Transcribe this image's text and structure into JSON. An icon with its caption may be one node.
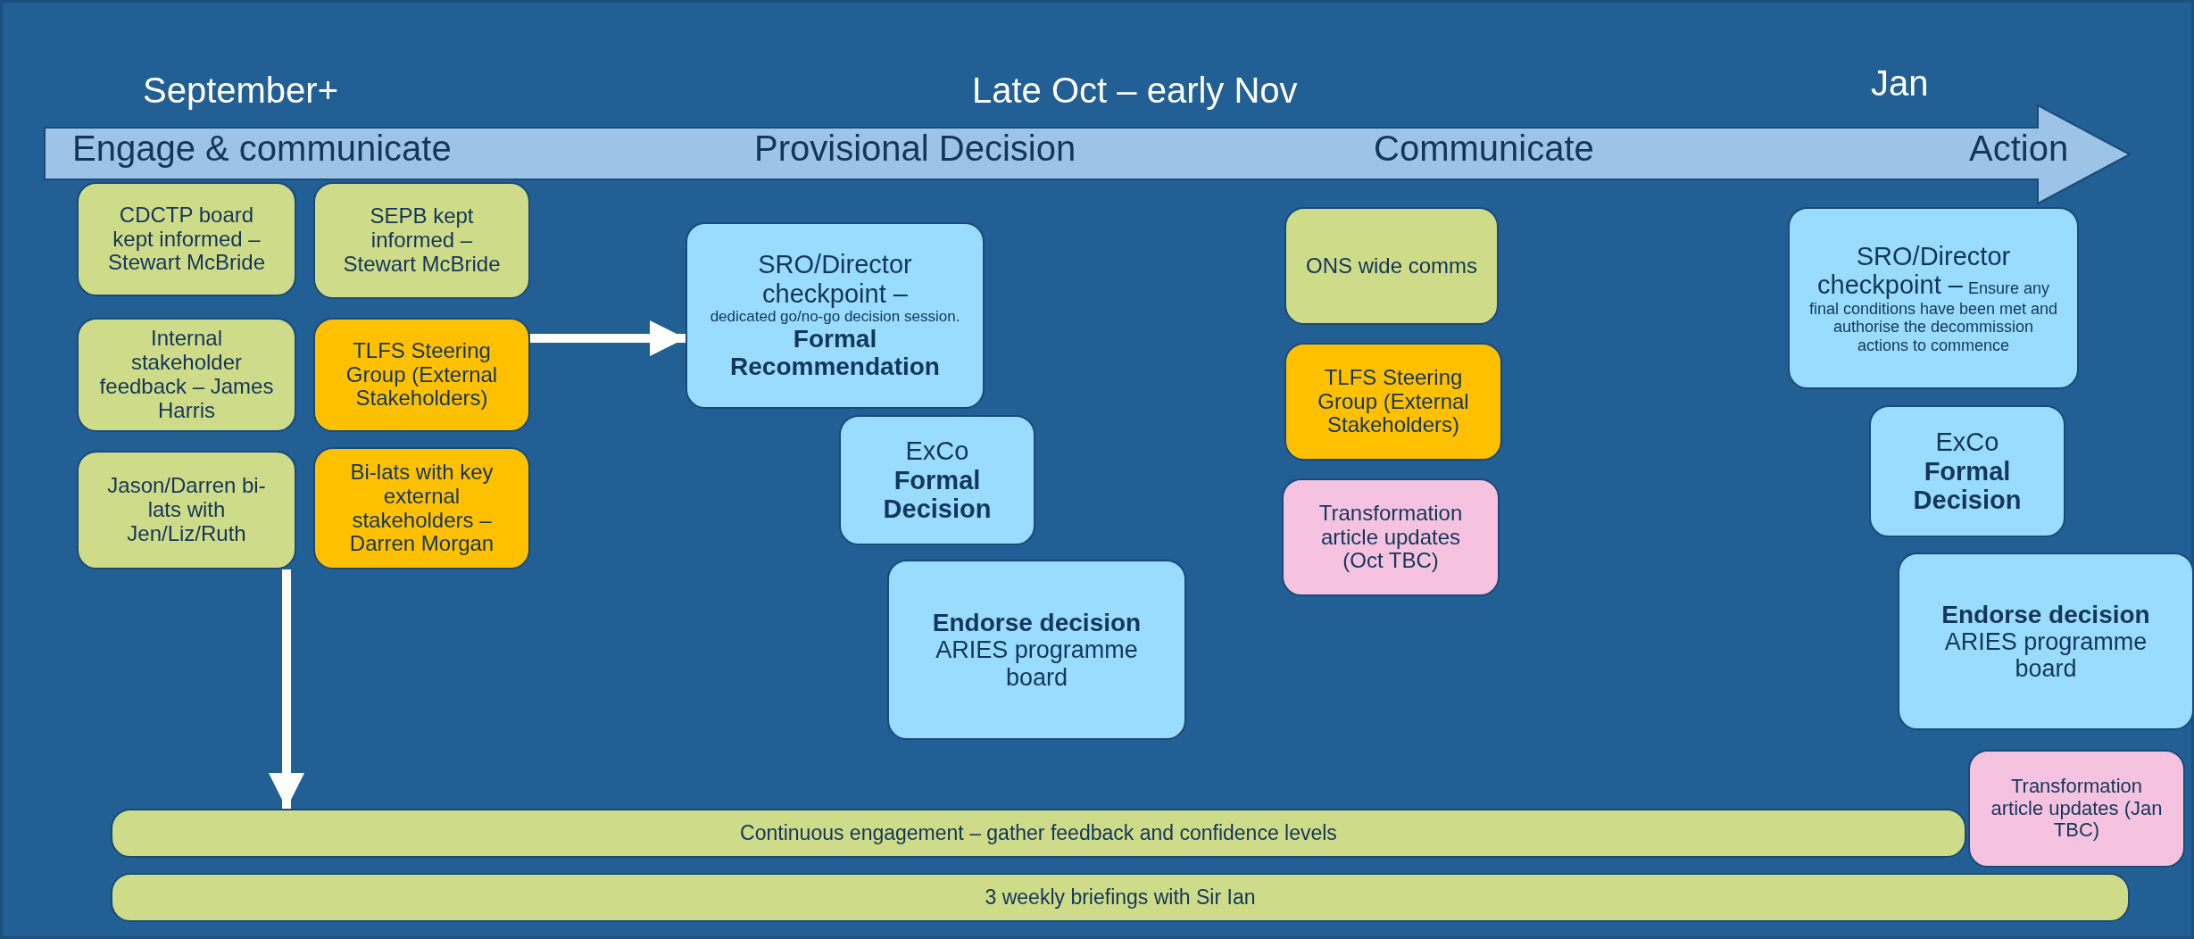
{
  "diagram": {
    "nodes": [
      {
        "text": [
          "CDCTP board kept informed – Stewart McBride"
        ]
      },
      {
        "text": [
          "SEPB kept informed – Stewart McBride"
        ]
      },
      {
        "text": [
          "Internal stakeholder feedback – James Harris"
        ]
      },
      {
        "text": [
          "TLFS Steering Group (External Stakeholders)"
        ]
      },
      {
        "text": [
          "Jason/Darren bi-lats with Jen/Liz/Ruth"
        ]
      },
      {
        "text": [
          "Bi-lats with key external stakeholders – Darren Morgan"
        ]
      },
      {
        "text": [
          "SRO/Director checkpoint –",
          "dedicated go/no-go decision session.",
          "Formal Recommendation"
        ]
      },
      {
        "text": [
          "ExCo",
          "Formal Decision"
        ]
      },
      {
        "text": [
          "Endorse decision",
          "ARIES programme board"
        ]
      },
      {
        "text": [
          "ONS wide comms"
        ]
      },
      {
        "text": [
          "TLFS Steering Group (External Stakeholders)"
        ]
      },
      {
        "text": [
          "Transformation article updates (Oct TBC)"
        ]
      },
      {
        "text": [
          "SRO/Director checkpoint –",
          "Ensure any final conditions have been met and authorise the decommission actions to commence"
        ]
      },
      {
        "text": [
          "ExCo",
          "Formal Decision"
        ]
      },
      {
        "text": [
          "Endorse decision",
          "ARIES programme board"
        ]
      },
      {
        "text": [
          "Continuous engagement – gather feedback and confidence levels"
        ]
      },
      {
        "text": [
          "Transformation article updates (Jan TBC)"
        ]
      },
      {
        "text": [
          "3 weekly briefings with Sir Ian"
        ]
      }
    ],
    "edges": [
      {
        "from": 3,
        "to": 6,
        "arrow": "to"
      },
      {
        "from": 4,
        "to": 15,
        "arrow": "to"
      }
    ],
    "labels": [
      "September+",
      "Late Oct – early Nov",
      "Jan",
      "Engage & communicate",
      "Provisional Decision",
      "Communicate",
      "Action"
    ]
  }
}
